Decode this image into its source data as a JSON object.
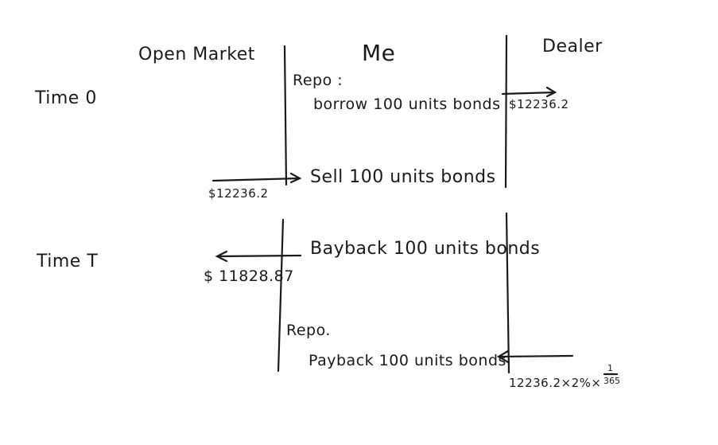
{
  "columns": {
    "open_market": "Open Market",
    "me": "Me",
    "dealer": "Dealer"
  },
  "rows": {
    "time0": "Time 0",
    "timeT": "Time T"
  },
  "time0": {
    "repo_label": "Repo :",
    "borrow": "borrow 100 units bonds",
    "dealer_amount": "$12236.2",
    "sell": "Sell 100 units bonds",
    "market_amount": "$12236.2"
  },
  "timeT": {
    "buyback": "Bayback 100 units bonds",
    "market_amount": "$ 11828.87",
    "repo_label": "Repo.",
    "payback": "Payback 100 units bonds",
    "dealer_formula": "12236.2×2%×",
    "frac_num": "1",
    "frac_den": "365"
  },
  "colors": {
    "ink": "#1a1a1a",
    "background": "#ffffff"
  }
}
